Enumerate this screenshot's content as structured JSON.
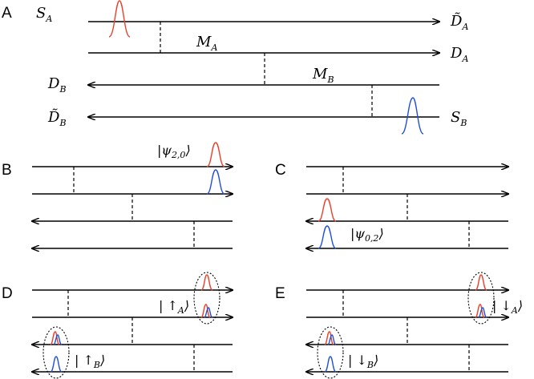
{
  "panels": {
    "A": {
      "letter": "A",
      "source_A": "S",
      "source_A_sub": "A",
      "detector_A_tilde": "D̃",
      "detector_A_tilde_sub": "A",
      "mirror_A": "M",
      "mirror_A_sub": "A",
      "detector_A": "D",
      "detector_A_sub": "A",
      "mirror_B": "M",
      "mirror_B_sub": "B",
      "detector_B": "D",
      "detector_B_sub": "B",
      "detector_B_tilde": "D̃",
      "detector_B_tilde_sub": "B",
      "source_B": "S",
      "source_B_sub": "B"
    },
    "B": {
      "letter": "B",
      "state": "|ψ",
      "state_sub": "2,0",
      "state_close": "⟩"
    },
    "C": {
      "letter": "C",
      "state": "|ψ",
      "state_sub": "0,2",
      "state_close": "⟩"
    },
    "D": {
      "letter": "D",
      "state_A": "| ↑",
      "state_A_sub": "A",
      "state_A_close": "⟩",
      "state_B": "| ↑",
      "state_B_sub": "B",
      "state_B_close": "⟩"
    },
    "E": {
      "letter": "E",
      "state_A": "| ↓",
      "state_A_sub": "A",
      "state_A_close": "⟩",
      "state_B": "| ↓",
      "state_B_sub": "B",
      "state_B_close": "⟩"
    }
  },
  "colors": {
    "red": "#e8402a",
    "blue": "#1f4fd8"
  }
}
